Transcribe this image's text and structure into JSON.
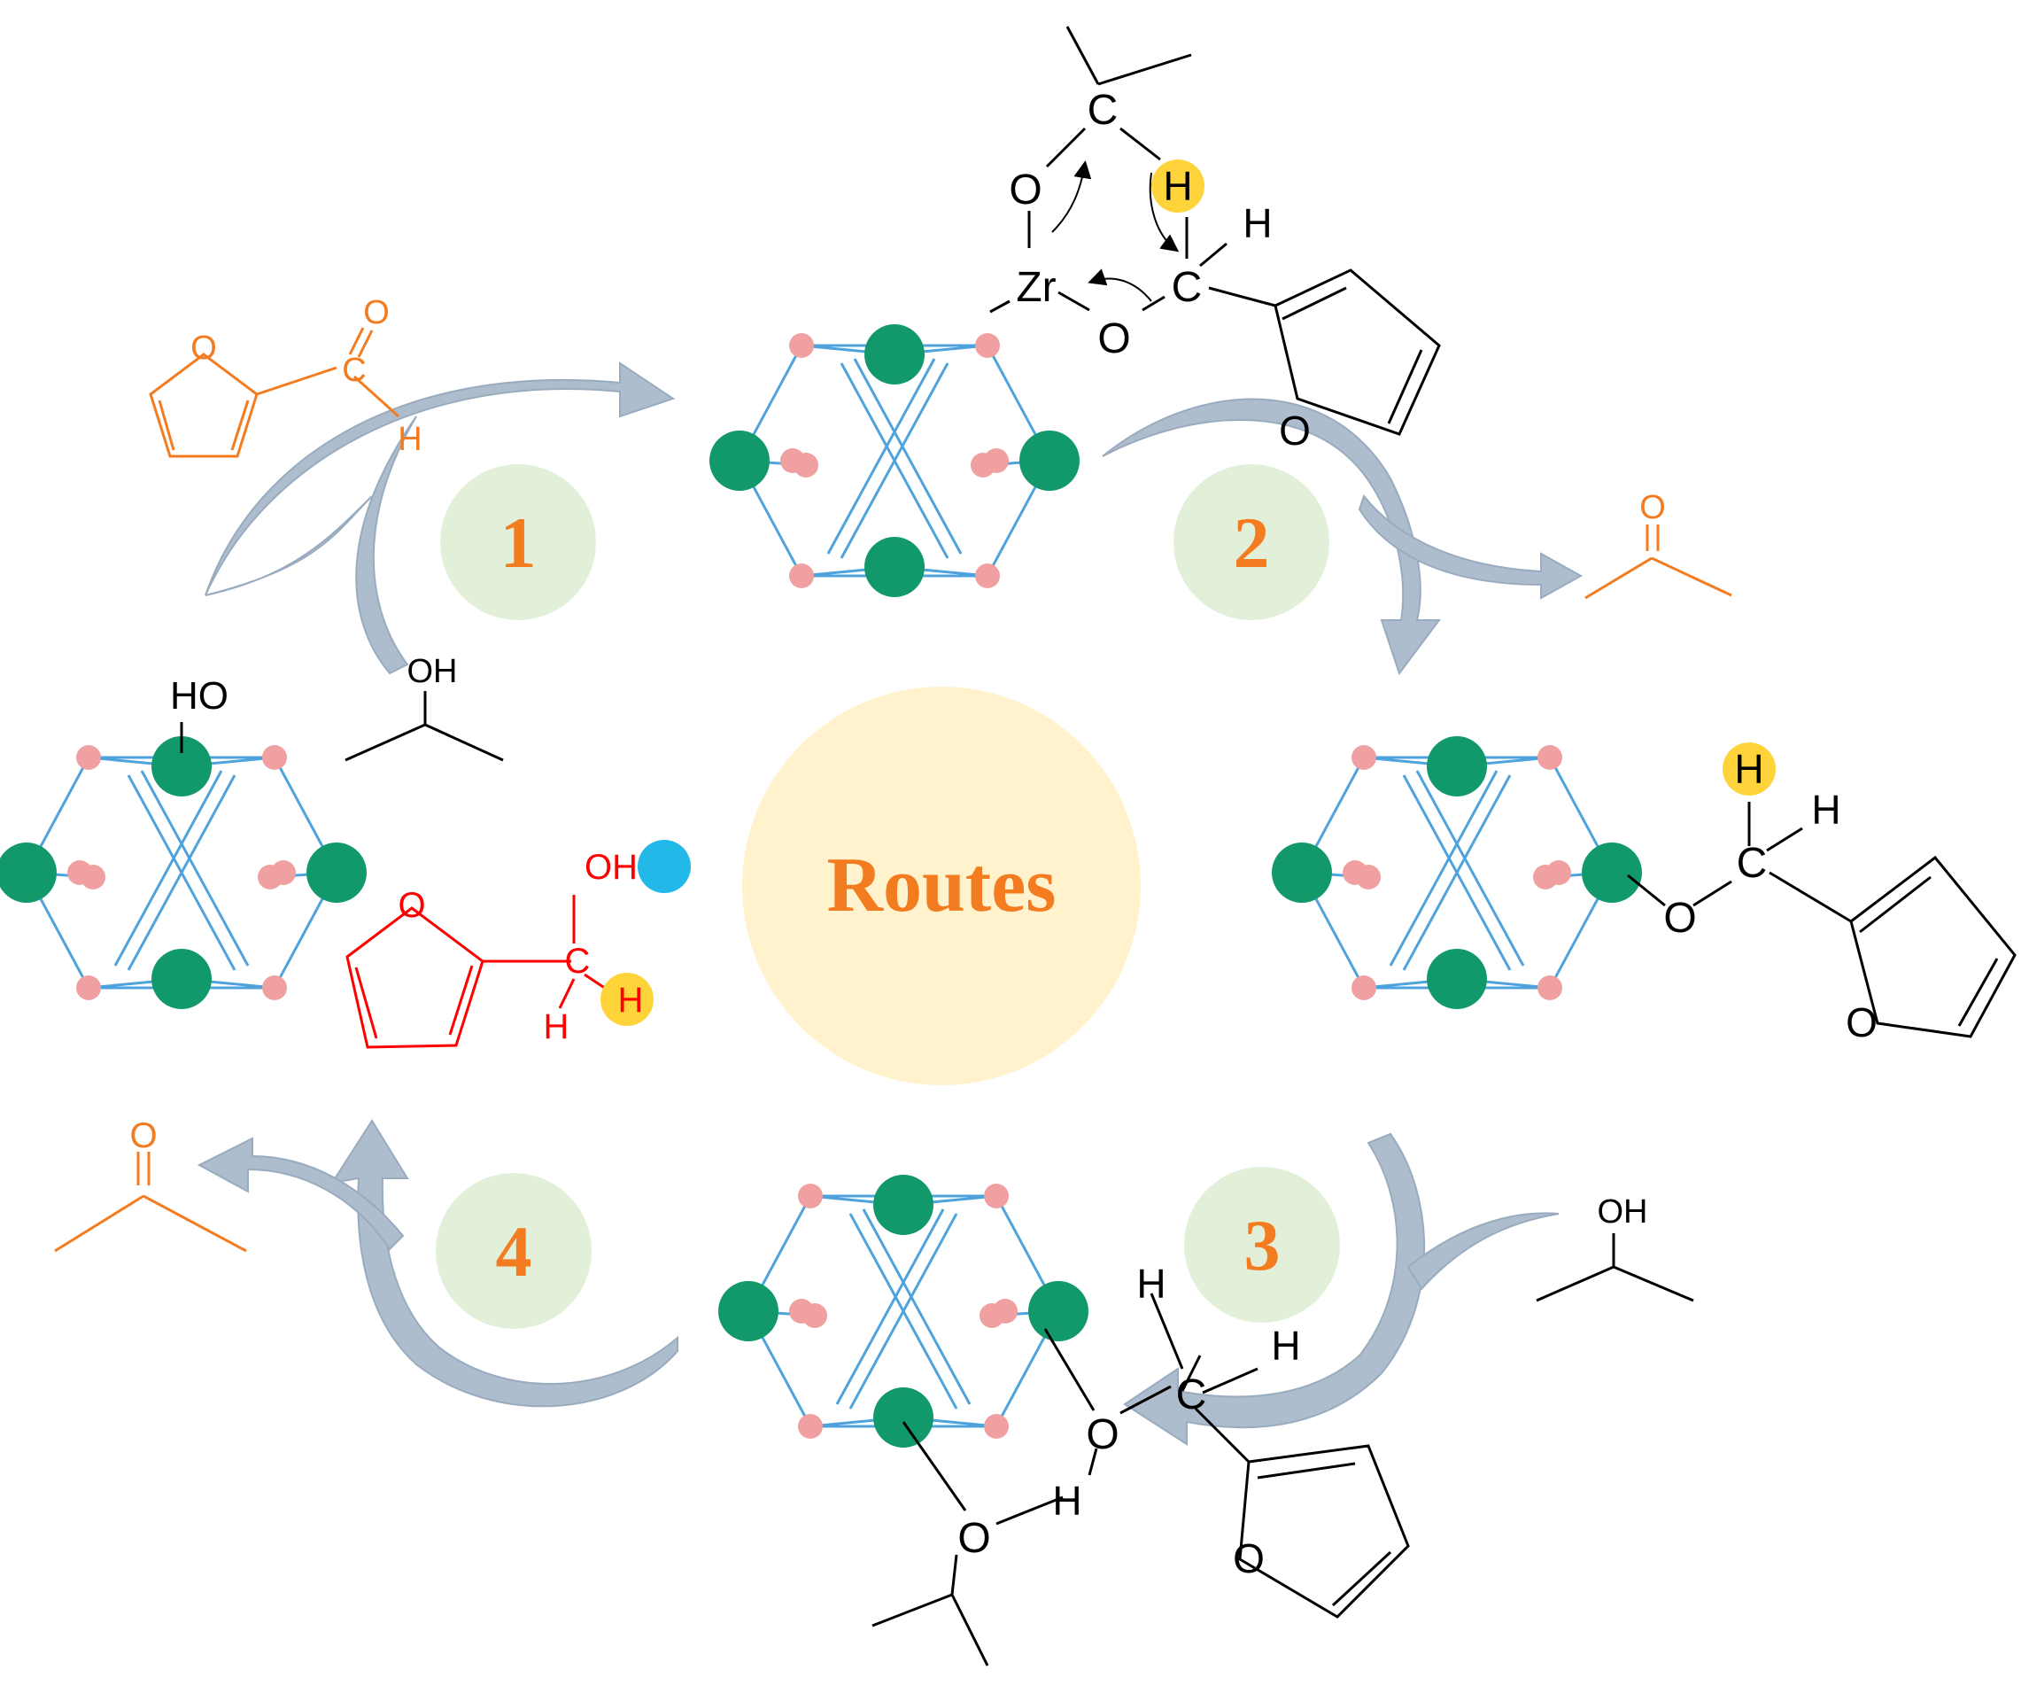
{
  "center": {
    "title": "Routes",
    "fill": "#fff2cc",
    "text_color": "#f47c20"
  },
  "steps": [
    {
      "id": "1",
      "label": "1"
    },
    {
      "id": "2",
      "label": "2"
    },
    {
      "id": "3",
      "label": "3"
    },
    {
      "id": "4",
      "label": "4"
    }
  ],
  "colors": {
    "step_circle": "#e2f0d9",
    "step_text": "#f47c20",
    "arrow": "#a6b6c8",
    "zr_atom": "#12996b",
    "o_atom": "#f0a0a0",
    "bond": "#4fa3dc",
    "orange_molecule": "#f47c20",
    "red_molecule": "#ff0000",
    "black_molecule": "#000000",
    "h_highlight": "#ffd43b",
    "oh_highlight": "#22b8e8"
  },
  "atoms": {
    "O": "O",
    "C": "C",
    "H": "H",
    "OH": "OH",
    "HO": "HO",
    "Zr": "Zr"
  }
}
